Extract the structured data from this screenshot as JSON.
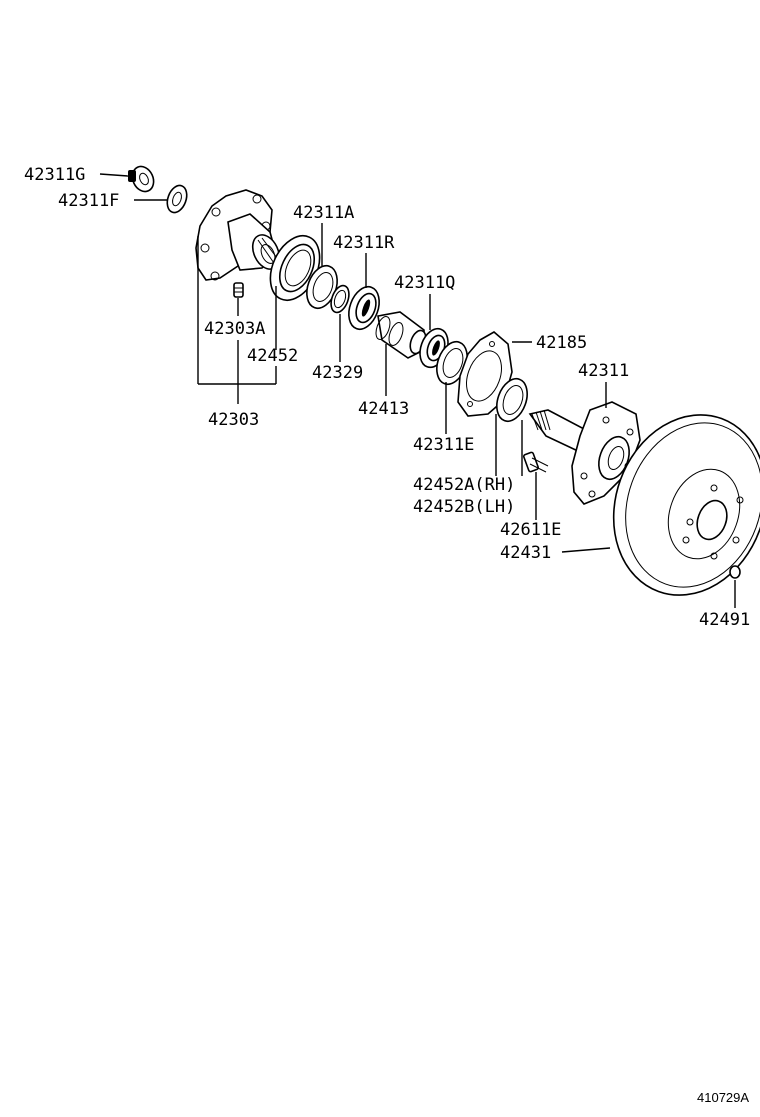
{
  "diagram": {
    "reference_code": "410729A",
    "labels": {
      "p42311G": "42311G",
      "p42311F": "42311F",
      "p42311A": "42311A",
      "p42311R": "42311R",
      "p42311Q": "42311Q",
      "p42185": "42185",
      "p42311": "42311",
      "p42303A": "42303A",
      "p42452": "42452",
      "p42329": "42329",
      "p42413": "42413",
      "p42303": "42303",
      "p42311E": "42311E",
      "p42452A": "42452A(RH)",
      "p42452B": "42452B(LH)",
      "p42611E": "42611E",
      "p42431": "42431",
      "p42491": "42491"
    }
  }
}
